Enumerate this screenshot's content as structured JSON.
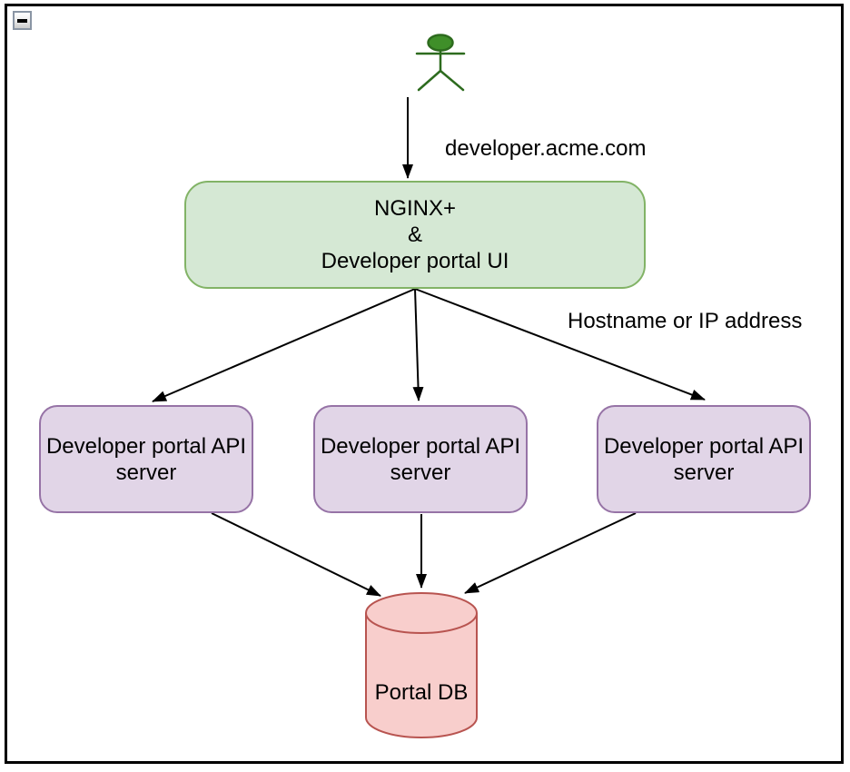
{
  "window": {
    "collapse_button": {
      "icon": "minus-icon"
    }
  },
  "diagram": {
    "actor": {
      "icon": "stick-figure-actor-icon",
      "head_fill": "#3f8f29",
      "stroke": "#2d6b1e"
    },
    "edge_labels": {
      "request_url": "developer.acme.com",
      "hostname_note": "Hostname or IP address"
    },
    "nodes": {
      "nginx": {
        "lines": [
          "NGINX+",
          "&",
          "Developer portal UI"
        ],
        "fill": "#d5e8d4",
        "stroke": "#82b366"
      },
      "api_servers": [
        {
          "lines": [
            "Developer portal API",
            "server"
          ]
        },
        {
          "lines": [
            "Developer portal API",
            "server"
          ]
        },
        {
          "lines": [
            "Developer portal API",
            "server"
          ]
        }
      ],
      "api_server_fill": "#e1d5e7",
      "api_server_stroke": "#9673a6",
      "db": {
        "label": "Portal DB",
        "fill": "#f8cecc",
        "stroke": "#b85450"
      }
    },
    "edge_color": "#000000"
  }
}
